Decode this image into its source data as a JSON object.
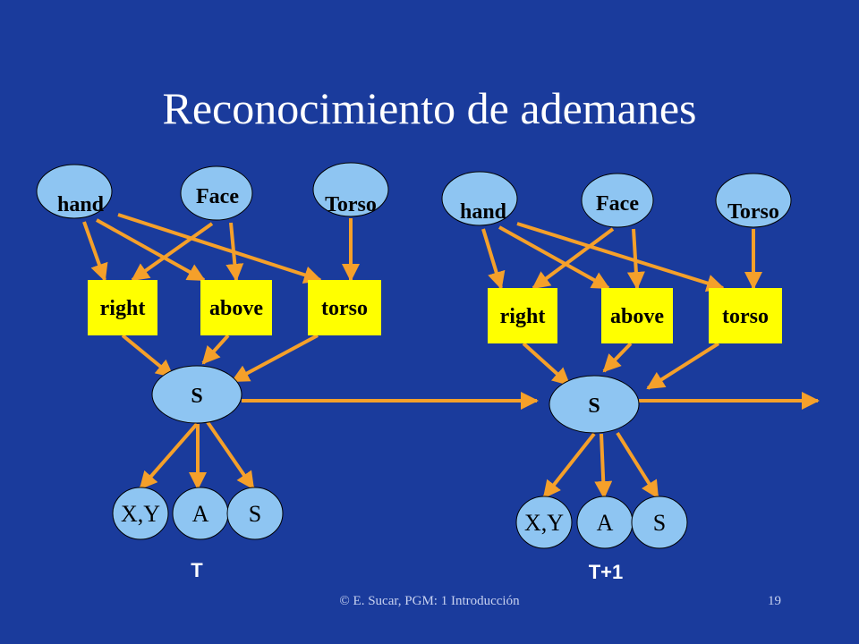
{
  "slide": {
    "title": "Reconocimiento de ademanes",
    "footer": "© E. Sucar, PGM: 1 Introducción",
    "page_number": "19"
  },
  "colors": {
    "background": "#1a3b9c",
    "node_fill": "#8ec5f2",
    "box_fill": "#ffff00",
    "arrow": "#f5a02a",
    "text": "#000000"
  },
  "networks": [
    {
      "time_label": "T",
      "inputs": [
        "hand",
        "Face",
        "Torso"
      ],
      "features": [
        "right",
        "above",
        "torso"
      ],
      "state": "S",
      "outputs": [
        "X,Y",
        "A",
        "S"
      ]
    },
    {
      "time_label": "T+1",
      "inputs": [
        "hand",
        "Face",
        "Torso"
      ],
      "features": [
        "right",
        "above",
        "torso"
      ],
      "state": "S",
      "outputs": [
        "X,Y",
        "A",
        "S"
      ]
    }
  ]
}
